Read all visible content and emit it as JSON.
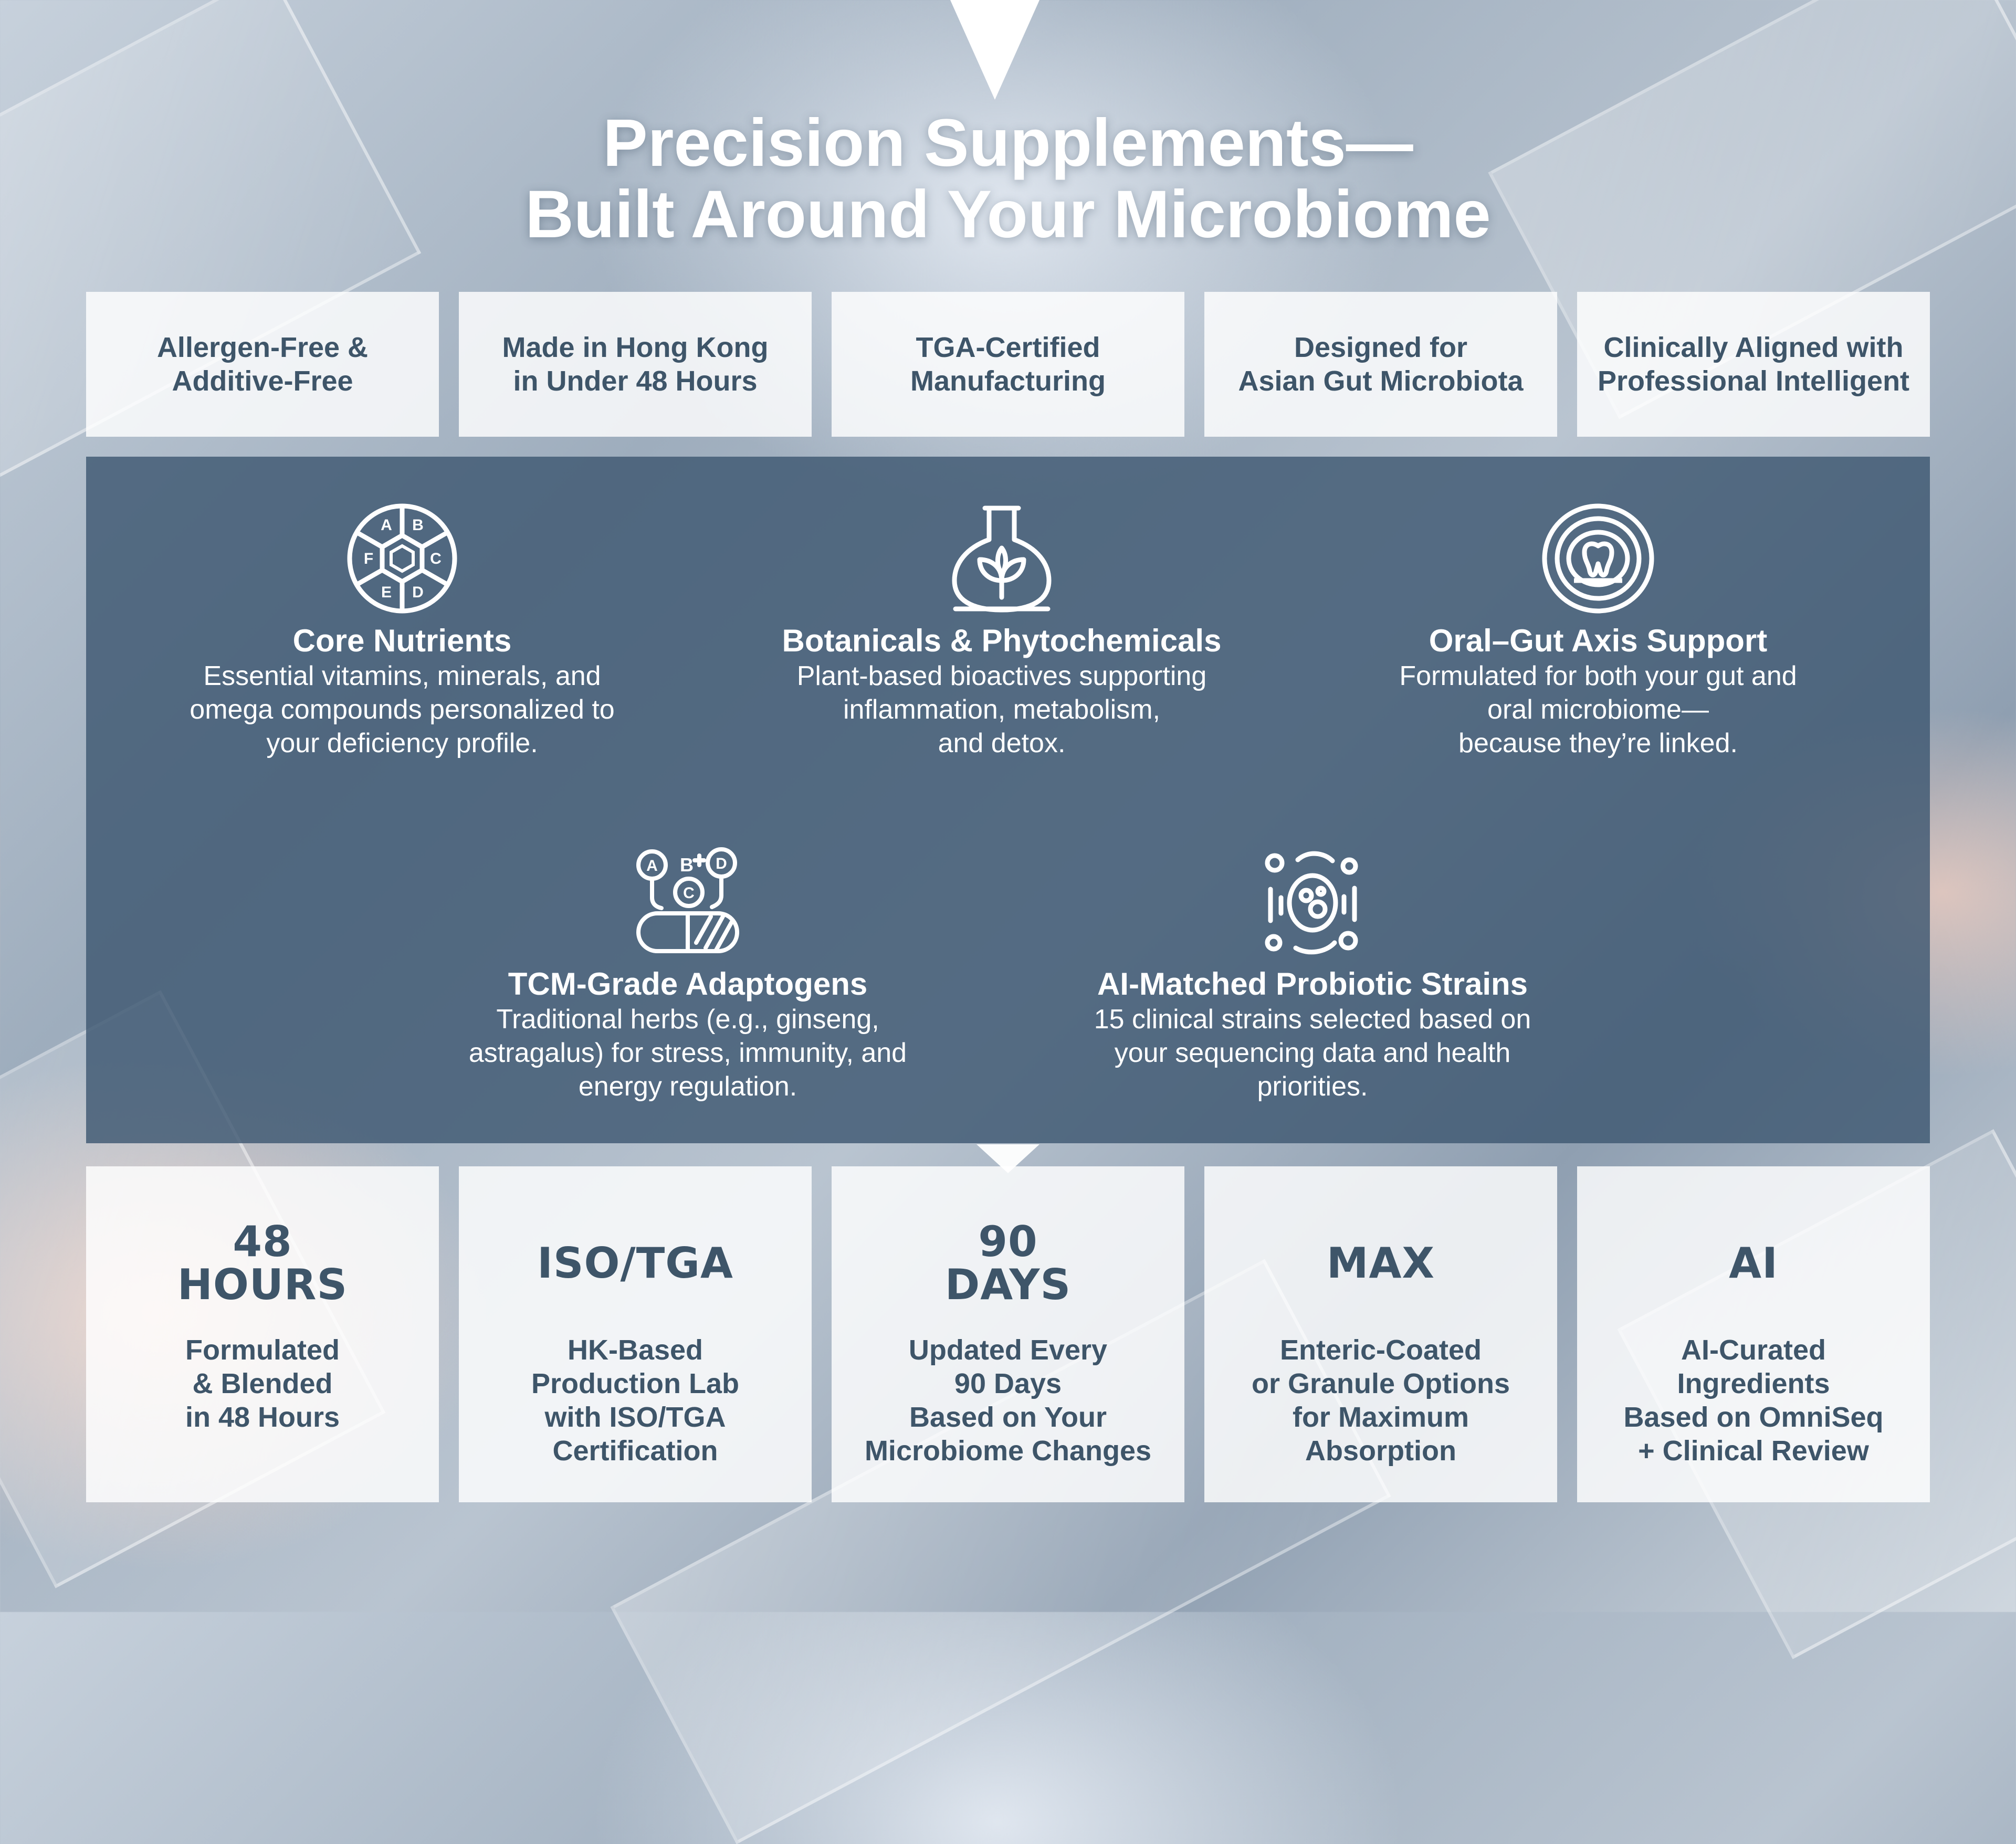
{
  "title": {
    "line1": "Precision Supplements—",
    "line2": "Built Around Your Microbiome"
  },
  "badges": [
    "Allergen-Free &\nAdditive-Free",
    "Made in Hong Kong\nin Under 48 Hours",
    "TGA-Certified\nManufacturing",
    "Designed for\nAsian Gut Microbiota",
    "Clinically Aligned with\nProfessional Intelligent"
  ],
  "features": [
    {
      "icon": "vitamin-hexagon-icon",
      "icon_letters": [
        "A",
        "B",
        "C",
        "D",
        "E",
        "F"
      ],
      "title": "Core Nutrients",
      "desc": "Essential vitamins, minerals, and\nomega compounds personalized to\nyour deficiency profile."
    },
    {
      "icon": "flask-plant-icon",
      "title": "Botanicals & Phytochemicals",
      "desc": "Plant-based bioactives supporting\ninflammation, metabolism,\nand detox."
    },
    {
      "icon": "mouth-tooth-icon",
      "title": "Oral–Gut Axis Support",
      "desc": "Formulated for both your gut and\noral microbiome—\nbecause they’re linked."
    },
    {
      "icon": "capsule-vitamins-icon",
      "icon_letters": [
        "A",
        "B",
        "C",
        "D"
      ],
      "title": "TCM-Grade Adaptogens",
      "desc": "Traditional herbs (e.g., ginseng,\nastragalus) for stress, immunity, and\nenergy regulation."
    },
    {
      "icon": "bacteria-icon",
      "title": "AI-Matched Probiotic Strains",
      "desc": "15 clinical strains selected based on\nyour sequencing data and health\npriorities."
    }
  ],
  "stats": [
    {
      "big": "48\nHOURS",
      "desc": "Formulated\n& Blended\nin 48 Hours"
    },
    {
      "big": "ISO/TGA",
      "desc": "HK-Based\nProduction Lab\nwith ISO/TGA\nCertification"
    },
    {
      "big": "90\nDAYS",
      "desc": "Updated Every\n90 Days\nBased on Your\nMicrobiome Changes"
    },
    {
      "big": "MAX",
      "desc": "Enteric-Coated\nor Granule Options\nfor Maximum\nAbsorption"
    },
    {
      "big": "AI",
      "desc": "AI-Curated\nIngredients\nBased on OmniSeq\n+ Clinical Review"
    }
  ]
}
